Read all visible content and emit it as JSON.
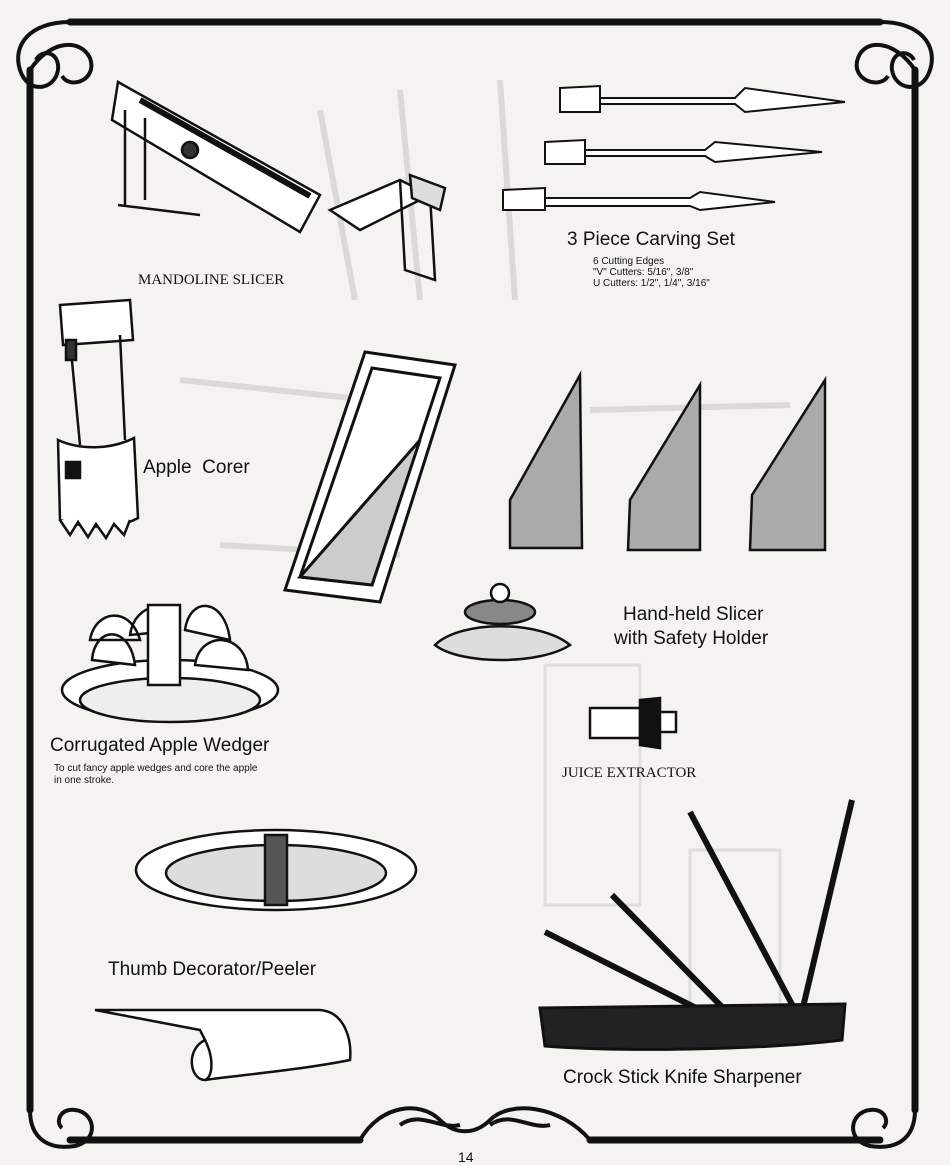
{
  "labels": {
    "mandoline": "MANDOLINE SLICER",
    "carving_title": "3 Piece Carving Set",
    "carving_line1": "6 Cutting Edges",
    "carving_line2": "\"V\" Cutters: 5/16\", 3/8\"",
    "carving_line3": "U Cutters: 1/2\", 1/4\", 3/16\"",
    "apple_corer": "Apple  Corer",
    "handheld_1": "Hand-held Slicer",
    "handheld_2": "with Safety Holder",
    "wedger_title": "Corrugated Apple Wedger",
    "wedger_desc1": "To cut fancy apple wedges and core the apple",
    "wedger_desc2": "in one stroke.",
    "juice": "JUICE EXTRACTOR",
    "thumb": "Thumb Decorator/Peeler",
    "crock": "Crock Stick Knife Sharpener",
    "page_number": "14"
  },
  "colors": {
    "ink": "#111111",
    "paper": "#f4f3ef",
    "bleed": "#bdbdbd"
  }
}
